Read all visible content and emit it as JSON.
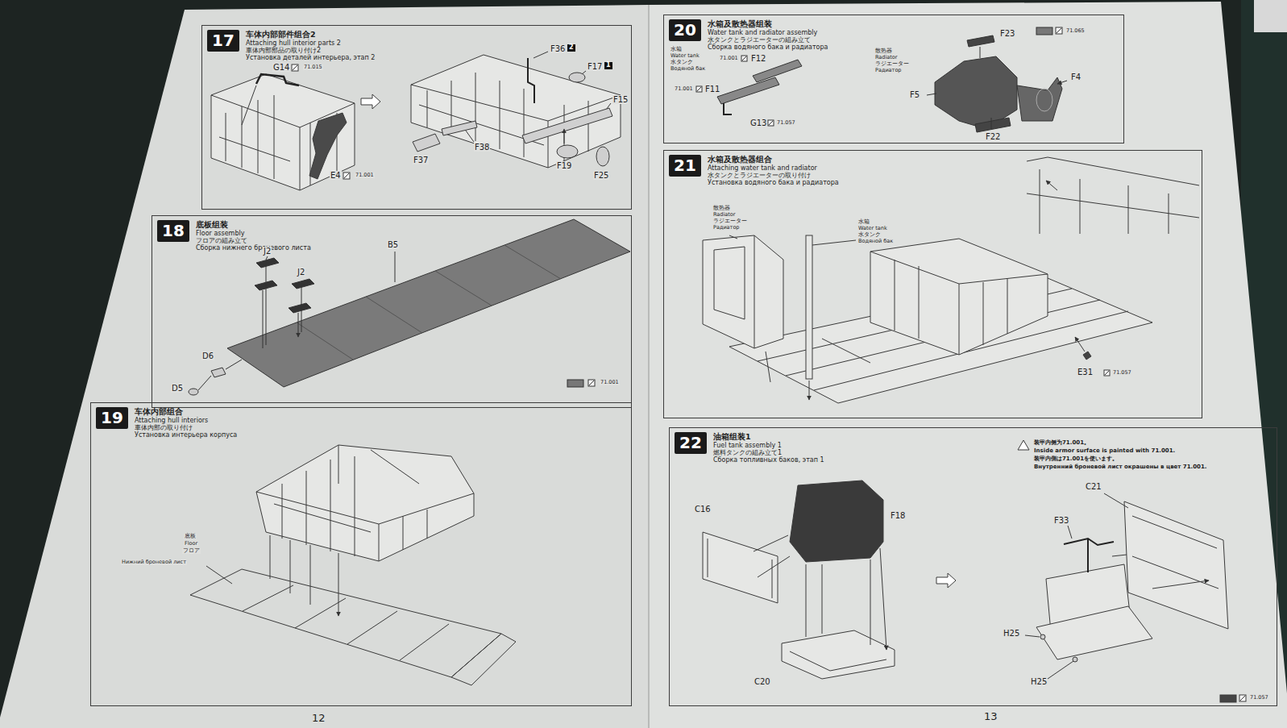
{
  "diagram": {
    "nodes": [
      {
        "text": [
          "车体内部部件组合2",
          "Attaching hull interior parts 2",
          "車体内部部品の取り付け2",
          "Установка деталей интерьера, этап 2"
        ]
      },
      {
        "text": [
          "17"
        ],
        "in": 0
      },
      {
        "text": [
          "底板组装",
          "Floor assembly",
          "フロアの組み立て",
          "Сборка нижнего броневого листа"
        ]
      },
      {
        "text": [
          "18"
        ],
        "in": 2
      },
      {
        "text": [
          "车体内部组合",
          "Attaching hull interiors",
          "車体内部の取り付け",
          "Установка интерьера корпуса"
        ]
      },
      {
        "text": [
          "19"
        ],
        "in": 4
      },
      {
        "text": [
          "水箱及散热器组装",
          "Water tank and radiator assembly",
          "水タンクとラジエーターの組み立て",
          "Сборка водяного бака и радиатора"
        ]
      },
      {
        "text": [
          "20"
        ],
        "in": 6
      },
      {
        "text": [
          "水箱及散热器组合",
          "Attaching water tank and radiator",
          "水タンクとラジエーターの取り付け",
          "Установка водяного бака и радиатора"
        ]
      },
      {
        "text": [
          "21"
        ],
        "in": 8
      },
      {
        "text": [
          "油箱组装1",
          "Fuel tank assembly 1",
          "燃料タンクの組み立て1",
          "Сборка топливных баков, этап 1"
        ]
      },
      {
        "text": [
          "22"
        ],
        "in": 10
      }
    ],
    "labels": [
      "G14",
      "71.015",
      "E4",
      "71.001",
      "F36",
      "2",
      "F17",
      "1",
      "F15",
      "F37",
      "F38",
      "F19",
      "F25",
      "J2",
      "J2",
      "B5",
      "D6",
      "D5",
      "71.001",
      "底板",
      "Floor",
      "フロア",
      "Нижний броневой лист",
      "水箱",
      "Water tank",
      "水タンク",
      "Водяной бак",
      "71.001",
      "F12",
      "71.001",
      "F11",
      "G13",
      "71.057",
      "散热器",
      "Radiator",
      "ラジエーター",
      "Радиатор",
      "71.065",
      "F23",
      "F4",
      "F5",
      "F22",
      "散热器",
      "Radiator",
      "ラジエーター",
      "Радиатор",
      "水箱",
      "Water tank",
      "水タンク",
      "Водяной бак",
      "E31",
      "71.057",
      "装甲内侧为71.001。",
      "Inside armor surface is painted with 71.001.",
      "装甲内側は71.001を使います。",
      "Внутренний броневой лист окрашены в цвет 71.001.",
      "C16",
      "F18",
      "C21",
      "F33",
      "H25",
      "H25",
      "C20",
      "71.057",
      "12",
      "13"
    ]
  }
}
